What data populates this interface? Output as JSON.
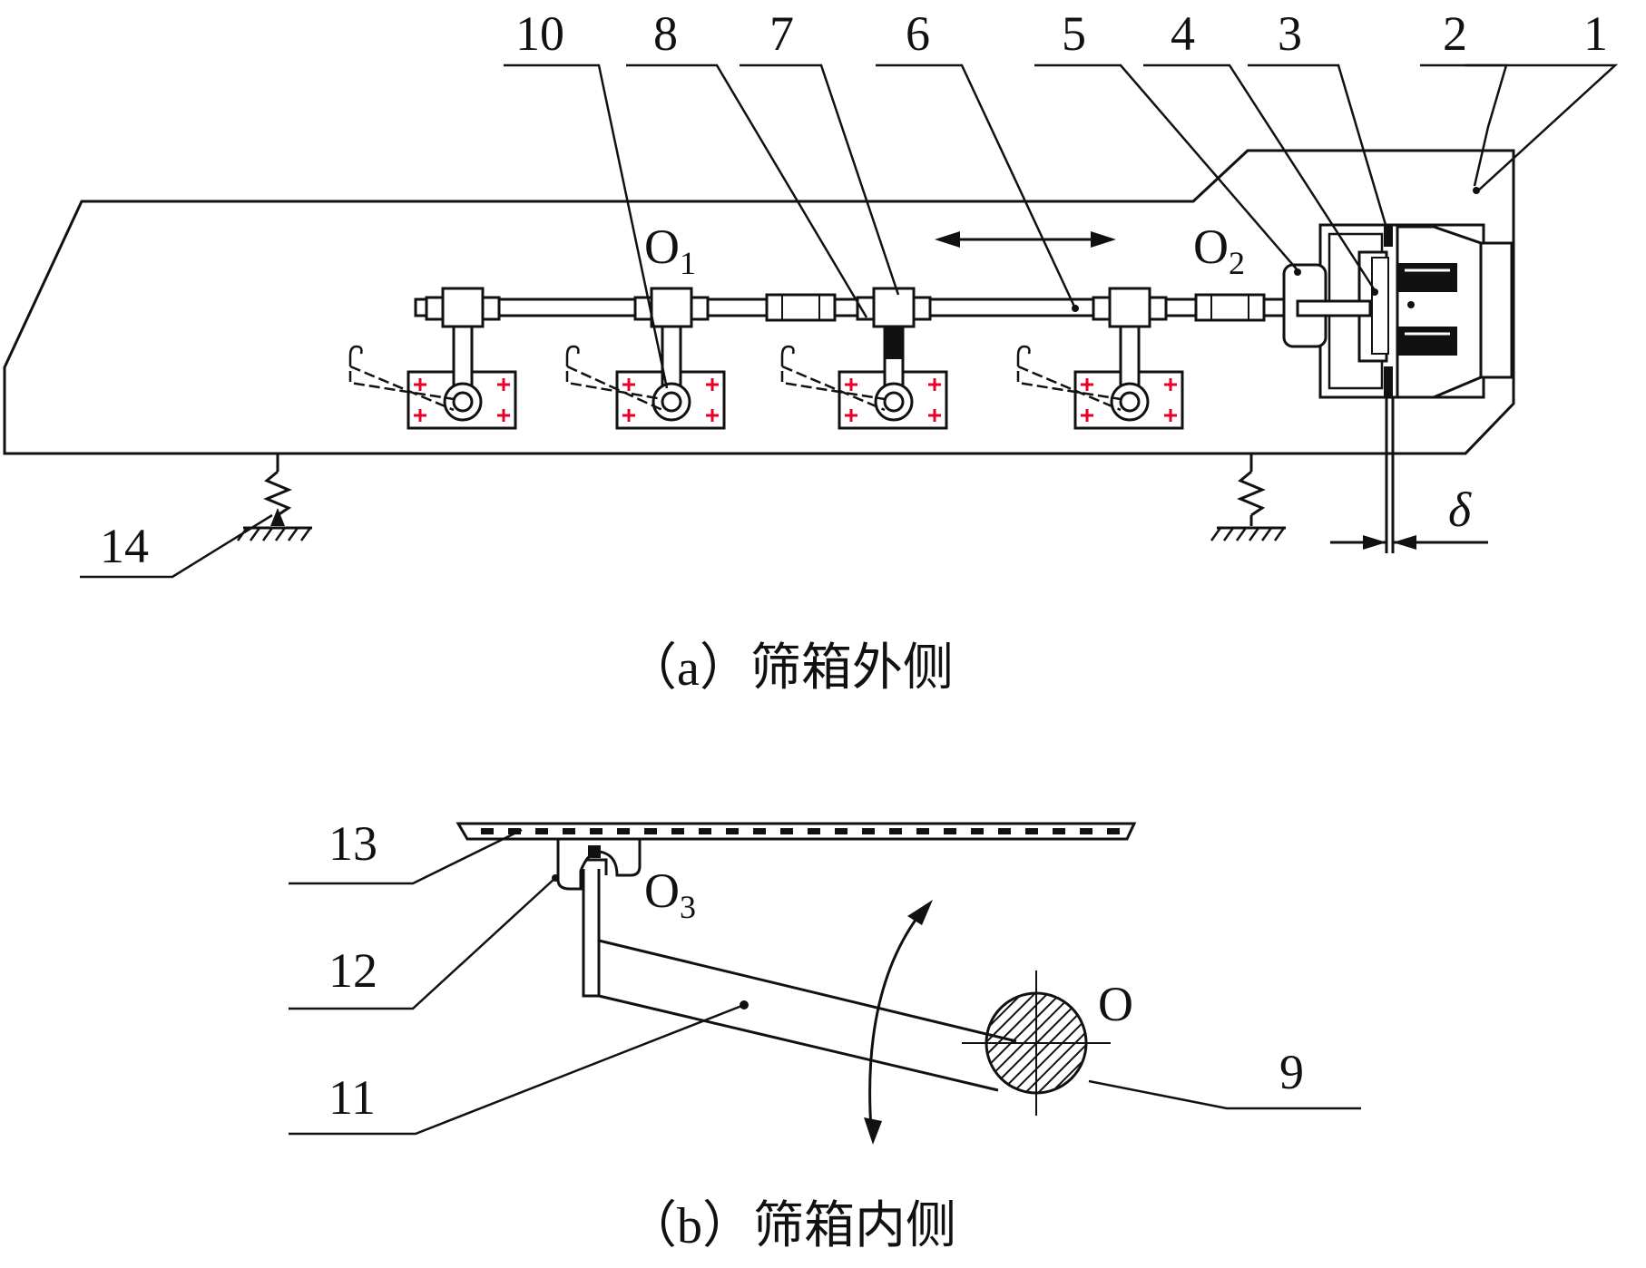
{
  "part_labels": {
    "p1": "1",
    "p2": "2",
    "p3": "3",
    "p4": "4",
    "p5": "5",
    "p6": "6",
    "p7": "7",
    "p8": "8",
    "p9": "9",
    "p10": "10",
    "p11": "11",
    "p12": "12",
    "p13": "13",
    "p14": "14"
  },
  "points": {
    "o1": "O",
    "o1_sub": "1",
    "o2": "O",
    "o2_sub": "2",
    "o3": "O",
    "o3_sub": "3",
    "o": "O",
    "delta": "δ"
  },
  "captions": {
    "a": "（a）筛箱外侧",
    "b": "（b）筛箱内侧"
  },
  "colors": {
    "line": "#111111",
    "bolt_mark": "#e8002a",
    "background": "#ffffff"
  }
}
